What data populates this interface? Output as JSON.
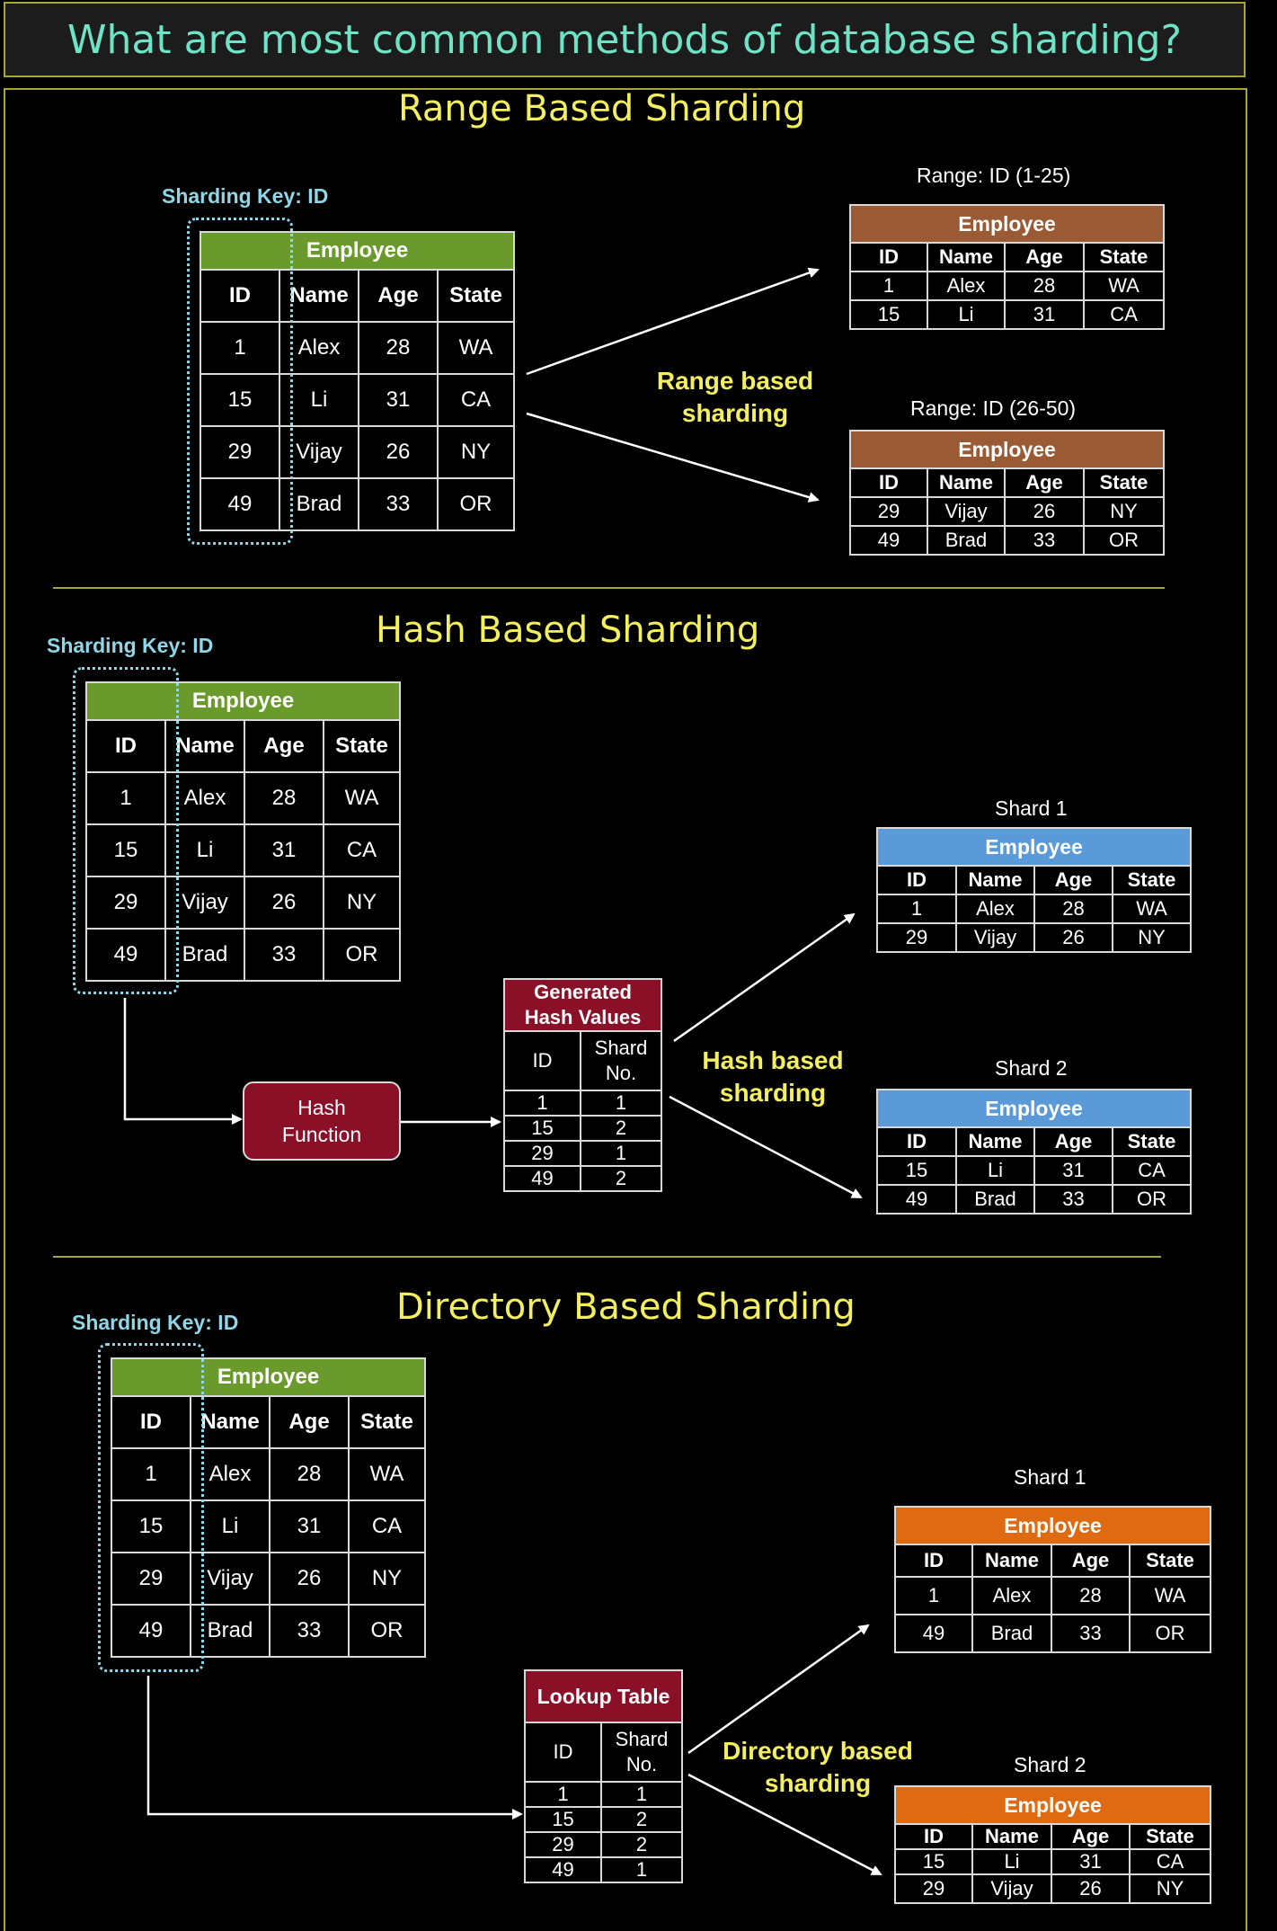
{
  "page_title": "What are most common methods of database sharding?",
  "sharding_key_label": "Sharding Key: ID",
  "table_title": "Employee",
  "columns": [
    "ID",
    "Name",
    "Age",
    "State"
  ],
  "source_rows": [
    [
      "1",
      "Alex",
      "28",
      "WA"
    ],
    [
      "15",
      "Li",
      "31",
      "CA"
    ],
    [
      "29",
      "Vijay",
      "26",
      "NY"
    ],
    [
      "49",
      "Brad",
      "33",
      "OR"
    ]
  ],
  "range": {
    "title": "Range Based Sharding",
    "arrow_label": "Range based\nsharding",
    "shard1": {
      "caption": "Range: ID (1-25)",
      "rows": [
        [
          "1",
          "Alex",
          "28",
          "WA"
        ],
        [
          "15",
          "Li",
          "31",
          "CA"
        ]
      ]
    },
    "shard2": {
      "caption": "Range: ID (26-50)",
      "rows": [
        [
          "29",
          "Vijay",
          "26",
          "NY"
        ],
        [
          "49",
          "Brad",
          "33",
          "OR"
        ]
      ]
    }
  },
  "hash": {
    "title": "Hash Based Sharding",
    "function_label": "Hash\nFunction",
    "hash_table": {
      "title": "Generated\nHash Values",
      "columns": [
        "ID",
        "Shard\nNo."
      ],
      "rows": [
        [
          "1",
          "1"
        ],
        [
          "15",
          "2"
        ],
        [
          "29",
          "1"
        ],
        [
          "49",
          "2"
        ]
      ]
    },
    "arrow_label": "Hash based\nsharding",
    "shard1": {
      "caption": "Shard 1",
      "rows": [
        [
          "1",
          "Alex",
          "28",
          "WA"
        ],
        [
          "29",
          "Vijay",
          "26",
          "NY"
        ]
      ]
    },
    "shard2": {
      "caption": "Shard 2",
      "rows": [
        [
          "15",
          "Li",
          "31",
          "CA"
        ],
        [
          "49",
          "Brad",
          "33",
          "OR"
        ]
      ]
    }
  },
  "directory": {
    "title": "Directory Based Sharding",
    "lookup_table": {
      "title": "Lookup Table",
      "columns": [
        "ID",
        "Shard\nNo."
      ],
      "rows": [
        [
          "1",
          "1"
        ],
        [
          "15",
          "2"
        ],
        [
          "29",
          "2"
        ],
        [
          "49",
          "1"
        ]
      ]
    },
    "arrow_label": "Directory based\nsharding",
    "shard1": {
      "caption": "Shard 1",
      "rows": [
        [
          "1",
          "Alex",
          "28",
          "WA"
        ],
        [
          "49",
          "Brad",
          "33",
          "OR"
        ]
      ]
    },
    "shard2": {
      "caption": "Shard 2",
      "rows": [
        [
          "15",
          "Li",
          "31",
          "CA"
        ],
        [
          "29",
          "Vijay",
          "26",
          "NY"
        ]
      ]
    }
  },
  "colors": {
    "source_header": "#6a9a2b",
    "range_shard_header": "#9a5a34",
    "hash_shard_header": "#5b9ad8",
    "directory_shard_header": "#de6b12",
    "hash_table_header": "#8a1028",
    "title_text": "#6fe3c5",
    "section_title": "#f4ef5e",
    "sharding_key": "#8fd6e6"
  }
}
